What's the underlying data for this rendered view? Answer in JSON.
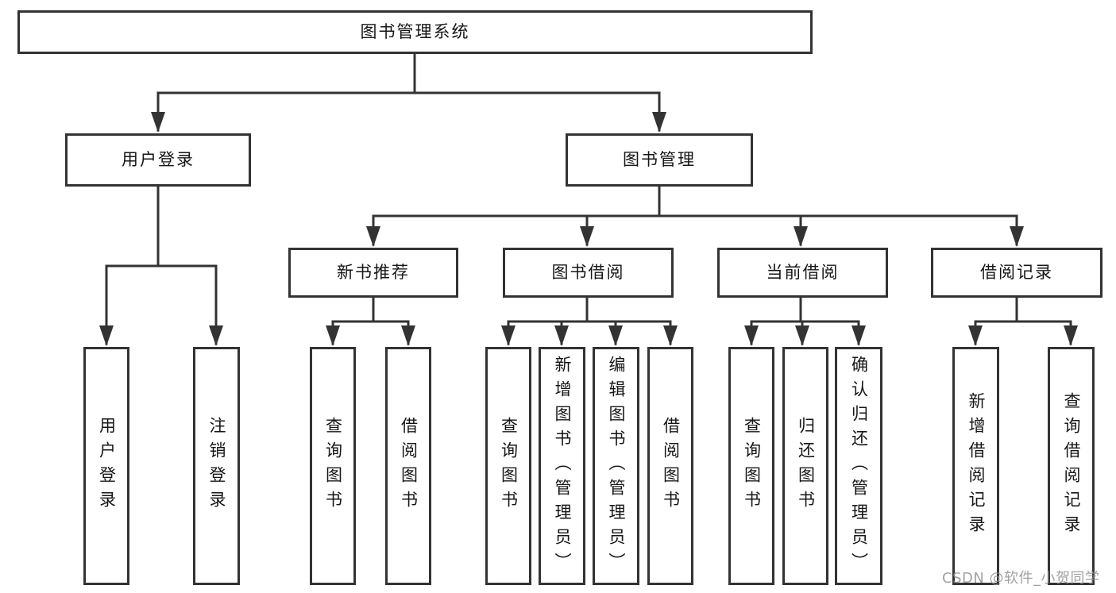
{
  "diagram": {
    "root": "图书管理系统",
    "branches": [
      {
        "label": "用户登录",
        "children": [
          {
            "label": "用户登录"
          },
          {
            "label": "注销登录"
          }
        ]
      },
      {
        "label": "图书管理",
        "children": [
          {
            "label": "新书推荐",
            "children": [
              {
                "label": "查询图书"
              },
              {
                "label": "借阅图书"
              }
            ]
          },
          {
            "label": "图书借阅",
            "children": [
              {
                "label": "查询图书"
              },
              {
                "label": "新增图书（管理员）"
              },
              {
                "label": "编辑图书（管理员）"
              },
              {
                "label": "借阅图书"
              }
            ]
          },
          {
            "label": "当前借阅",
            "children": [
              {
                "label": "查询图书"
              },
              {
                "label": "归还图书"
              },
              {
                "label": "确认归还（管理员）"
              }
            ]
          },
          {
            "label": "借阅记录",
            "children": [
              {
                "label": "新增借阅记录"
              },
              {
                "label": "查询借阅记录"
              }
            ]
          }
        ]
      }
    ]
  },
  "watermark": "CSDN @软件_小贺同学",
  "colors": {
    "line": "#333333",
    "text": "#161616",
    "watermark": "#919191",
    "background": "#ffffff"
  }
}
